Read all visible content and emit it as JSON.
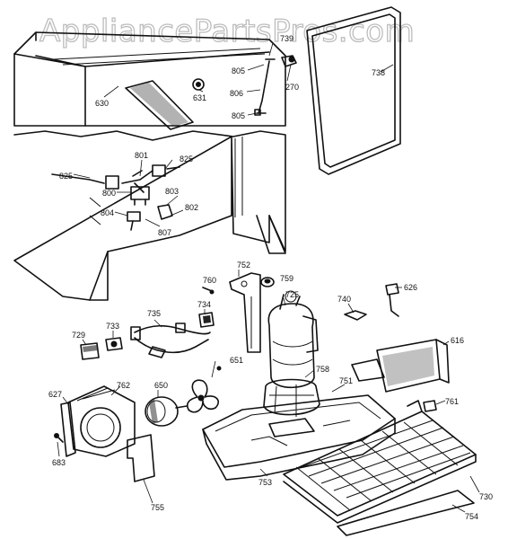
{
  "watermark": "AppliancePartsPros.com",
  "part_labels": {
    "p630": "630",
    "p631": "631",
    "p739": "739",
    "p805a": "805",
    "p806": "806",
    "p805b": "805",
    "p270": "270",
    "p738": "738",
    "p801": "801",
    "p825a": "825",
    "p825b": "825",
    "p800": "800",
    "p803": "803",
    "p804": "804",
    "p802": "802",
    "p807": "807",
    "p760": "760",
    "p752": "752",
    "p759": "759",
    "p725": "725",
    "p740": "740",
    "p626": "626",
    "p735": "735",
    "p734": "734",
    "p733": "733",
    "p729": "729",
    "p616": "616",
    "p651": "651",
    "p758": "758",
    "p650": "650",
    "p762": "762",
    "p627": "627",
    "p751": "751",
    "p761": "761",
    "p683": "683",
    "p755": "755",
    "p753": "753",
    "p730": "730",
    "p754": "754"
  }
}
